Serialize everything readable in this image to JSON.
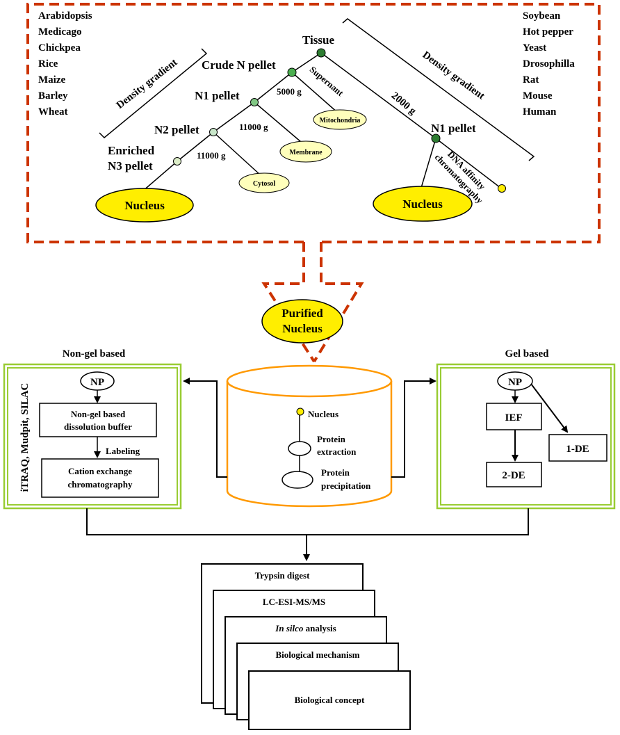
{
  "species_left": [
    "Arabidopsis",
    "Medicago",
    "Chickpea",
    "Rice",
    "Maize",
    "Barley",
    "Wheat"
  ],
  "species_right": [
    "Soybean",
    "Hot pepper",
    "Yeast",
    "Drosophilla",
    "Rat",
    "Mouse",
    "Human"
  ],
  "tree": {
    "tissue": "Tissue",
    "crude_n_pellet": "Crude N pellet",
    "n1_pellet_left": "N1 pellet",
    "n2_pellet": "N2 pellet",
    "enriched_line1": "Enriched",
    "enriched_line2": "N3 pellet",
    "density_gradient_left": "Density gradient",
    "density_gradient_right": "Density gradient",
    "g_5000": "5000 g",
    "g_11000_a": "11000 g",
    "g_11000_b": "11000 g",
    "g_2000": "2000 g",
    "supernant": "Supernant",
    "mitochondria": "Mitochondria",
    "membrane": "Membrane",
    "cytosol": "Cytosol",
    "nucleus_left": "Nucleus",
    "n1_pellet_right": "N1 pellet",
    "dna_affinity_line1": "DNA affinity",
    "dna_affinity_line2": "chromatography",
    "nucleus_right": "Nucleus"
  },
  "purified": {
    "line1": "Purified",
    "line2": "Nucleus"
  },
  "non_gel": {
    "heading": "Non-gel based",
    "side_label": "iTRAQ, Mudpit, SILAC",
    "np": "NP",
    "buffer_line1": "Non-gel based",
    "buffer_line2": "dissolution buffer",
    "labeling": "Labeling",
    "cation_line1": "Cation exchange",
    "cation_line2": "chromatography"
  },
  "cylinder": {
    "nucleus": "Nucleus",
    "extraction_line1": "Protein",
    "extraction_line2": "extraction",
    "precipitation_line1": "Protein",
    "precipitation_line2": "precipitation"
  },
  "gel": {
    "heading": "Gel based",
    "np": "NP",
    "ief": "IEF",
    "de2": "2-DE",
    "de1": "1-DE"
  },
  "pipeline": {
    "trypsin": "Trypsin digest",
    "lcms": "LC-ESI-MS/MS",
    "insilico_italic": "In silco",
    "insilico_rest": " analysis",
    "mechanism": "Biological mechanism",
    "concept": "Biological concept"
  },
  "colors": {
    "dashed_red": "#cc3300",
    "green_frame": "#99cc33",
    "orange": "#ff9900",
    "yellow": "#ffee00",
    "pale_yellow": "#ffffbb",
    "node_dark": "#2e7d32",
    "node_mid": "#4caf50",
    "node_light": "#a5d6a7",
    "node_pale": "#c8e6c9"
  }
}
